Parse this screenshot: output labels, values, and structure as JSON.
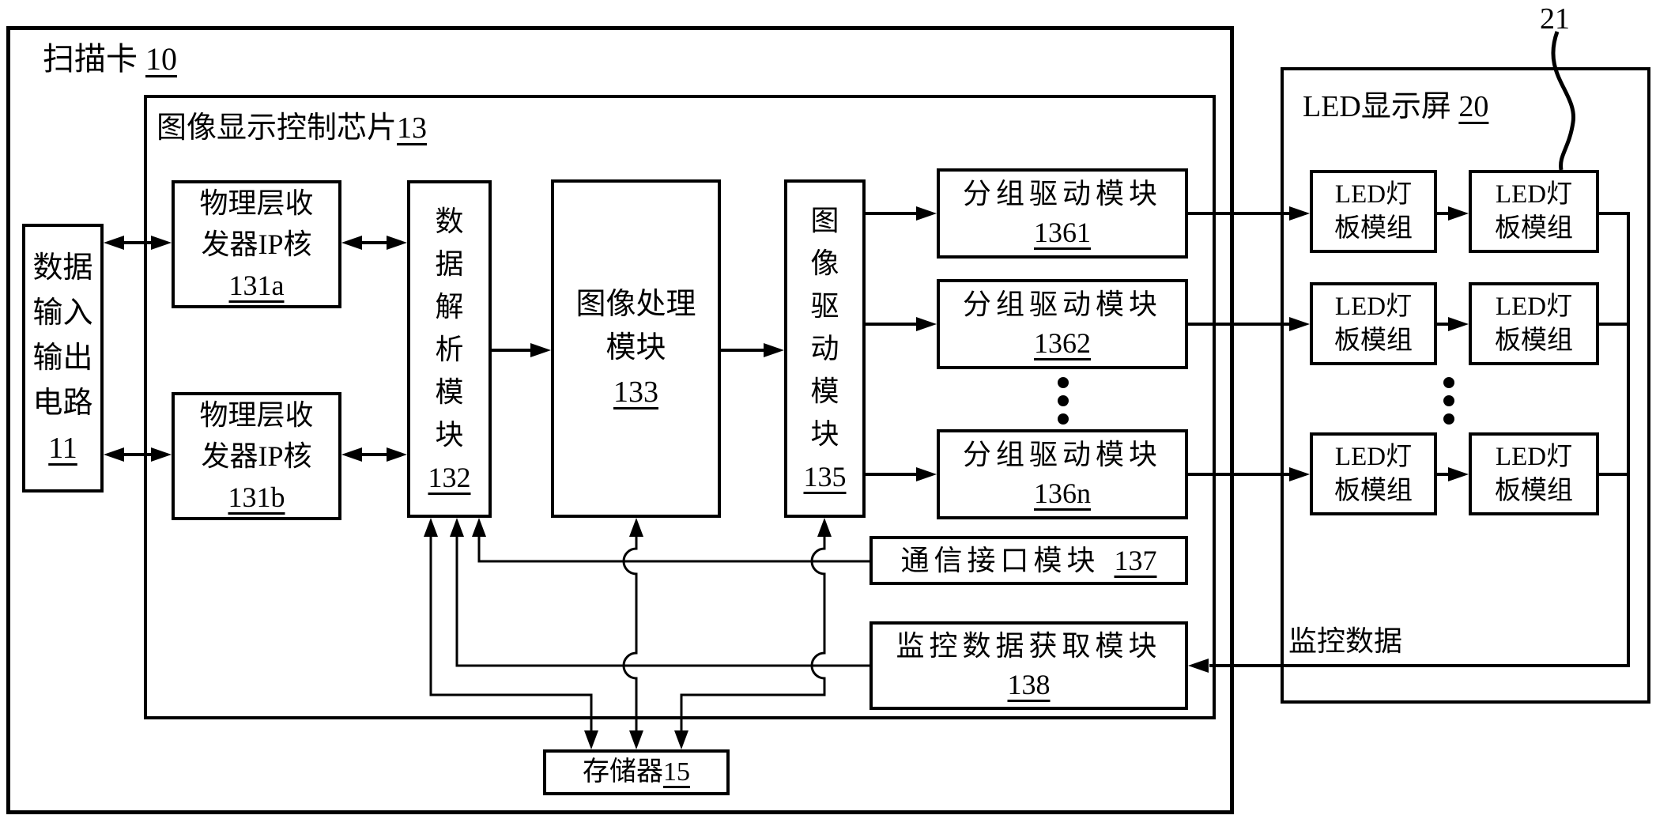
{
  "figure": {
    "scan_card": {
      "label": "扫描卡",
      "number": "10"
    },
    "chip": {
      "label": "图像显示控制芯片",
      "number": "13"
    },
    "io_circuit": {
      "line1": "数据",
      "line2": "输入",
      "line3": "输出",
      "line4": "电路",
      "number": "11"
    },
    "phy_a": {
      "line1": "物理层收",
      "line2": "发器IP核",
      "number": "131a"
    },
    "phy_b": {
      "line1": "物理层收",
      "line2": "发器IP核",
      "number": "131b"
    },
    "data_parser": {
      "c1": "数",
      "c2": "据",
      "c3": "解",
      "c4": "析",
      "c5": "模",
      "c6": "块",
      "number": "132"
    },
    "image_processor": {
      "line1": "图像处理",
      "line2": "模块",
      "number": "133"
    },
    "image_driver": {
      "c1": "图",
      "c2": "像",
      "c3": "驱",
      "c4": "动",
      "c5": "模",
      "c6": "块",
      "number": "135"
    },
    "group_driver_1": {
      "label": "分组驱动模块",
      "number": "1361"
    },
    "group_driver_2": {
      "label": "分组驱动模块",
      "number": "1362"
    },
    "group_driver_n": {
      "label": "分组驱动模块",
      "number": "136n"
    },
    "comm_interface": {
      "label": "通信接口模块",
      "number": "137"
    },
    "monitor_acquisition": {
      "label": "监控数据获取模块",
      "number": "138"
    },
    "memory": {
      "label": "存储器",
      "number": "15"
    },
    "led_screen": {
      "label": "LED显示屏",
      "number": "20"
    },
    "led_module": {
      "line1": "LED灯",
      "line2": "板模组"
    },
    "pointer_label": "21",
    "monitor_data_label": "监控数据"
  }
}
